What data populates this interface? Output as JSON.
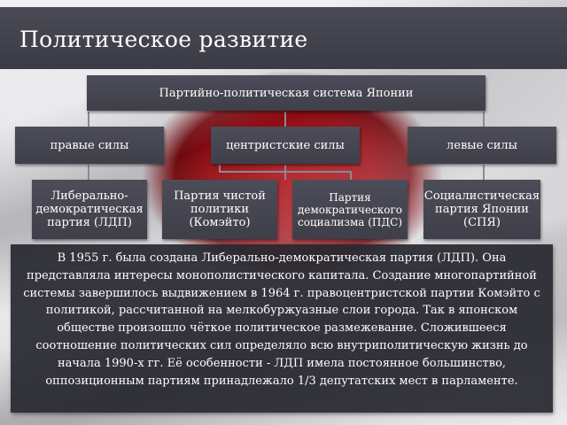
{
  "slide": {
    "title": "Политическое развитие"
  },
  "diagram": {
    "root": "Партийно-политическая система Японии",
    "groups": [
      {
        "label": "правые силы"
      },
      {
        "label": "центристские силы"
      },
      {
        "label": "левые силы"
      }
    ],
    "parties": [
      {
        "label": "Либерально-демократическая партия (ЛДП)"
      },
      {
        "label": "Партия чистой политики (Комэйто)"
      },
      {
        "label": "Партия демократического социализма (ПДС)"
      },
      {
        "label": "Социалистическая партия Японии (СПЯ)"
      }
    ]
  },
  "body": {
    "text": "В 1955 г. была создана Либерально-демократическая партия (ЛДП). Она представляла интересы монополистического капитала. Создание многопартийной системы завершилось выдвижением в 1964 г. правоцентристской партии Комэйто с политикой, рассчитанной на мелкобуржуазные слои города. Так в японском обществе произошло чёткое политическое размежевание. Сложившееся соотношение политических сил определяло всю внутриполитическую жизнь до начала 1990-х гг. Её особенности - ЛДП имела постоянное большинство, оппозиционным партиям принадлежало 1/3 депутатских мест в парламенте."
  },
  "colors": {
    "box_fill": "#45454f",
    "accent_red": "#b81018",
    "text": "#ffffff"
  }
}
